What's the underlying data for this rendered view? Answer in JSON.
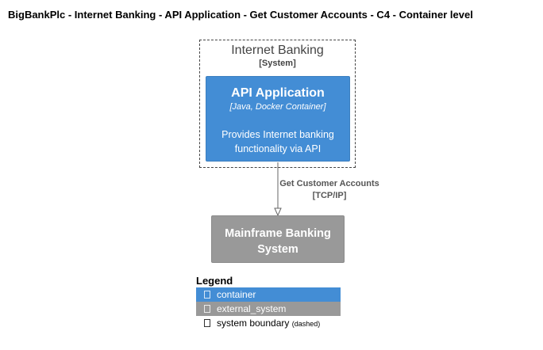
{
  "title": "BigBankPlc - Internet Banking - API Application - Get Customer Accounts - C4 - Container level",
  "boundary": {
    "name": "Internet Banking",
    "type": "[System]"
  },
  "container": {
    "name": "API Application",
    "technology": "[Java, Docker Container]",
    "description": "Provides Internet banking functionality via API",
    "color": "#438dd5"
  },
  "external_system": {
    "name": "Mainframe Banking System",
    "color": "#999999"
  },
  "relationship": {
    "label": "Get Customer Accounts",
    "technology": "[TCP/IP]"
  },
  "legend": {
    "title": "Legend",
    "items": [
      {
        "label": "container"
      },
      {
        "label": "external_system"
      },
      {
        "label": "system boundary",
        "note": "(dashed)"
      }
    ]
  }
}
